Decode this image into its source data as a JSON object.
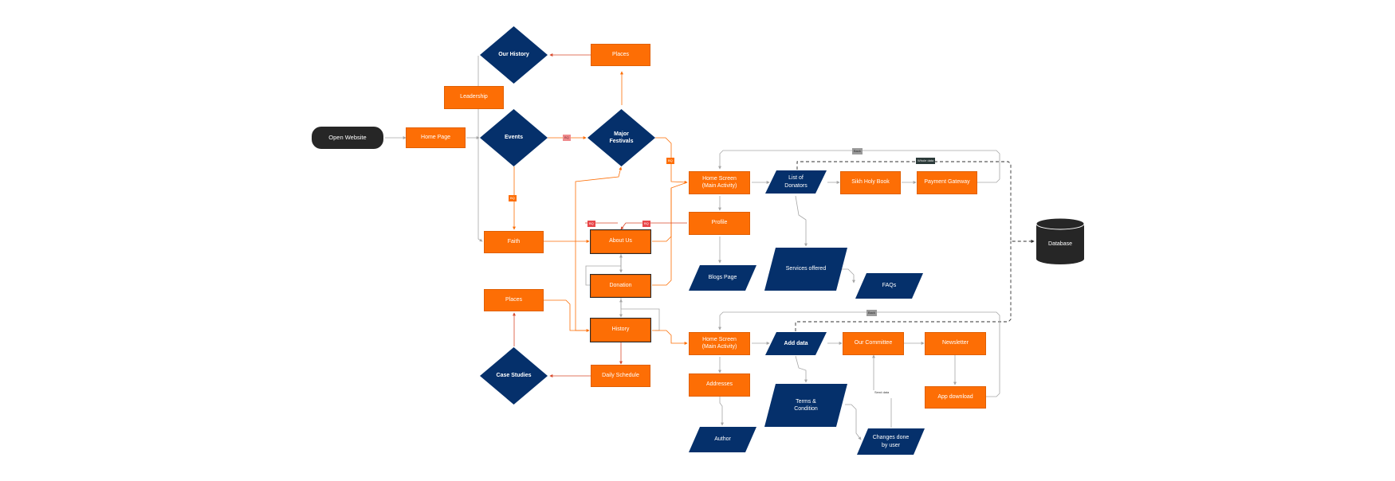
{
  "colors": {
    "orange": "#fd6e05",
    "navy": "#05306b",
    "dark": "#262626",
    "grayLine": "#a6a6a6",
    "redTag": "#e8474b"
  },
  "nodes": {
    "open_website": "Open Website",
    "home_page": "Home Page",
    "events": "Events",
    "our_history": "Our History",
    "leadership": "Leadership",
    "places_top": "Places",
    "major_festivals": "Major\nFestivals",
    "faith": "Faith",
    "about_us": "About Us",
    "donation": "Donation",
    "history": "History",
    "places_left": "Places",
    "case_studies": "Case Studies",
    "daily_schedule": "Daily Schedule",
    "home_screen_1": "Home Screen\n(Main Activity)",
    "list_donators": "List of\nDonators",
    "sikh_holy_book": "Sikh Holy Book",
    "payment_gateway": "Payment Gateway",
    "profile": "Profile",
    "services_offered": "Services offered",
    "blogs_page": "Blogs Page",
    "faqs": "FAQs",
    "database": "Database",
    "home_screen_2": "Home Screen\n(Main Activity)",
    "add_data": "Add data",
    "our_committee": "Our Committee",
    "newsletter": "Newsletter",
    "addresses": "Addresses",
    "terms_condition": "Terms &\nCondition",
    "app_download": "App download",
    "author": "Author",
    "changes_by_user": "Changes done\nby user"
  },
  "tags": {
    "t1": "BQ",
    "t2": "BQ",
    "t3": "BQ",
    "t4": "BQ",
    "t5": "BQ",
    "back1": "Back",
    "whole_data": "Whole data",
    "back2": "Back",
    "send_data": "Send data"
  }
}
